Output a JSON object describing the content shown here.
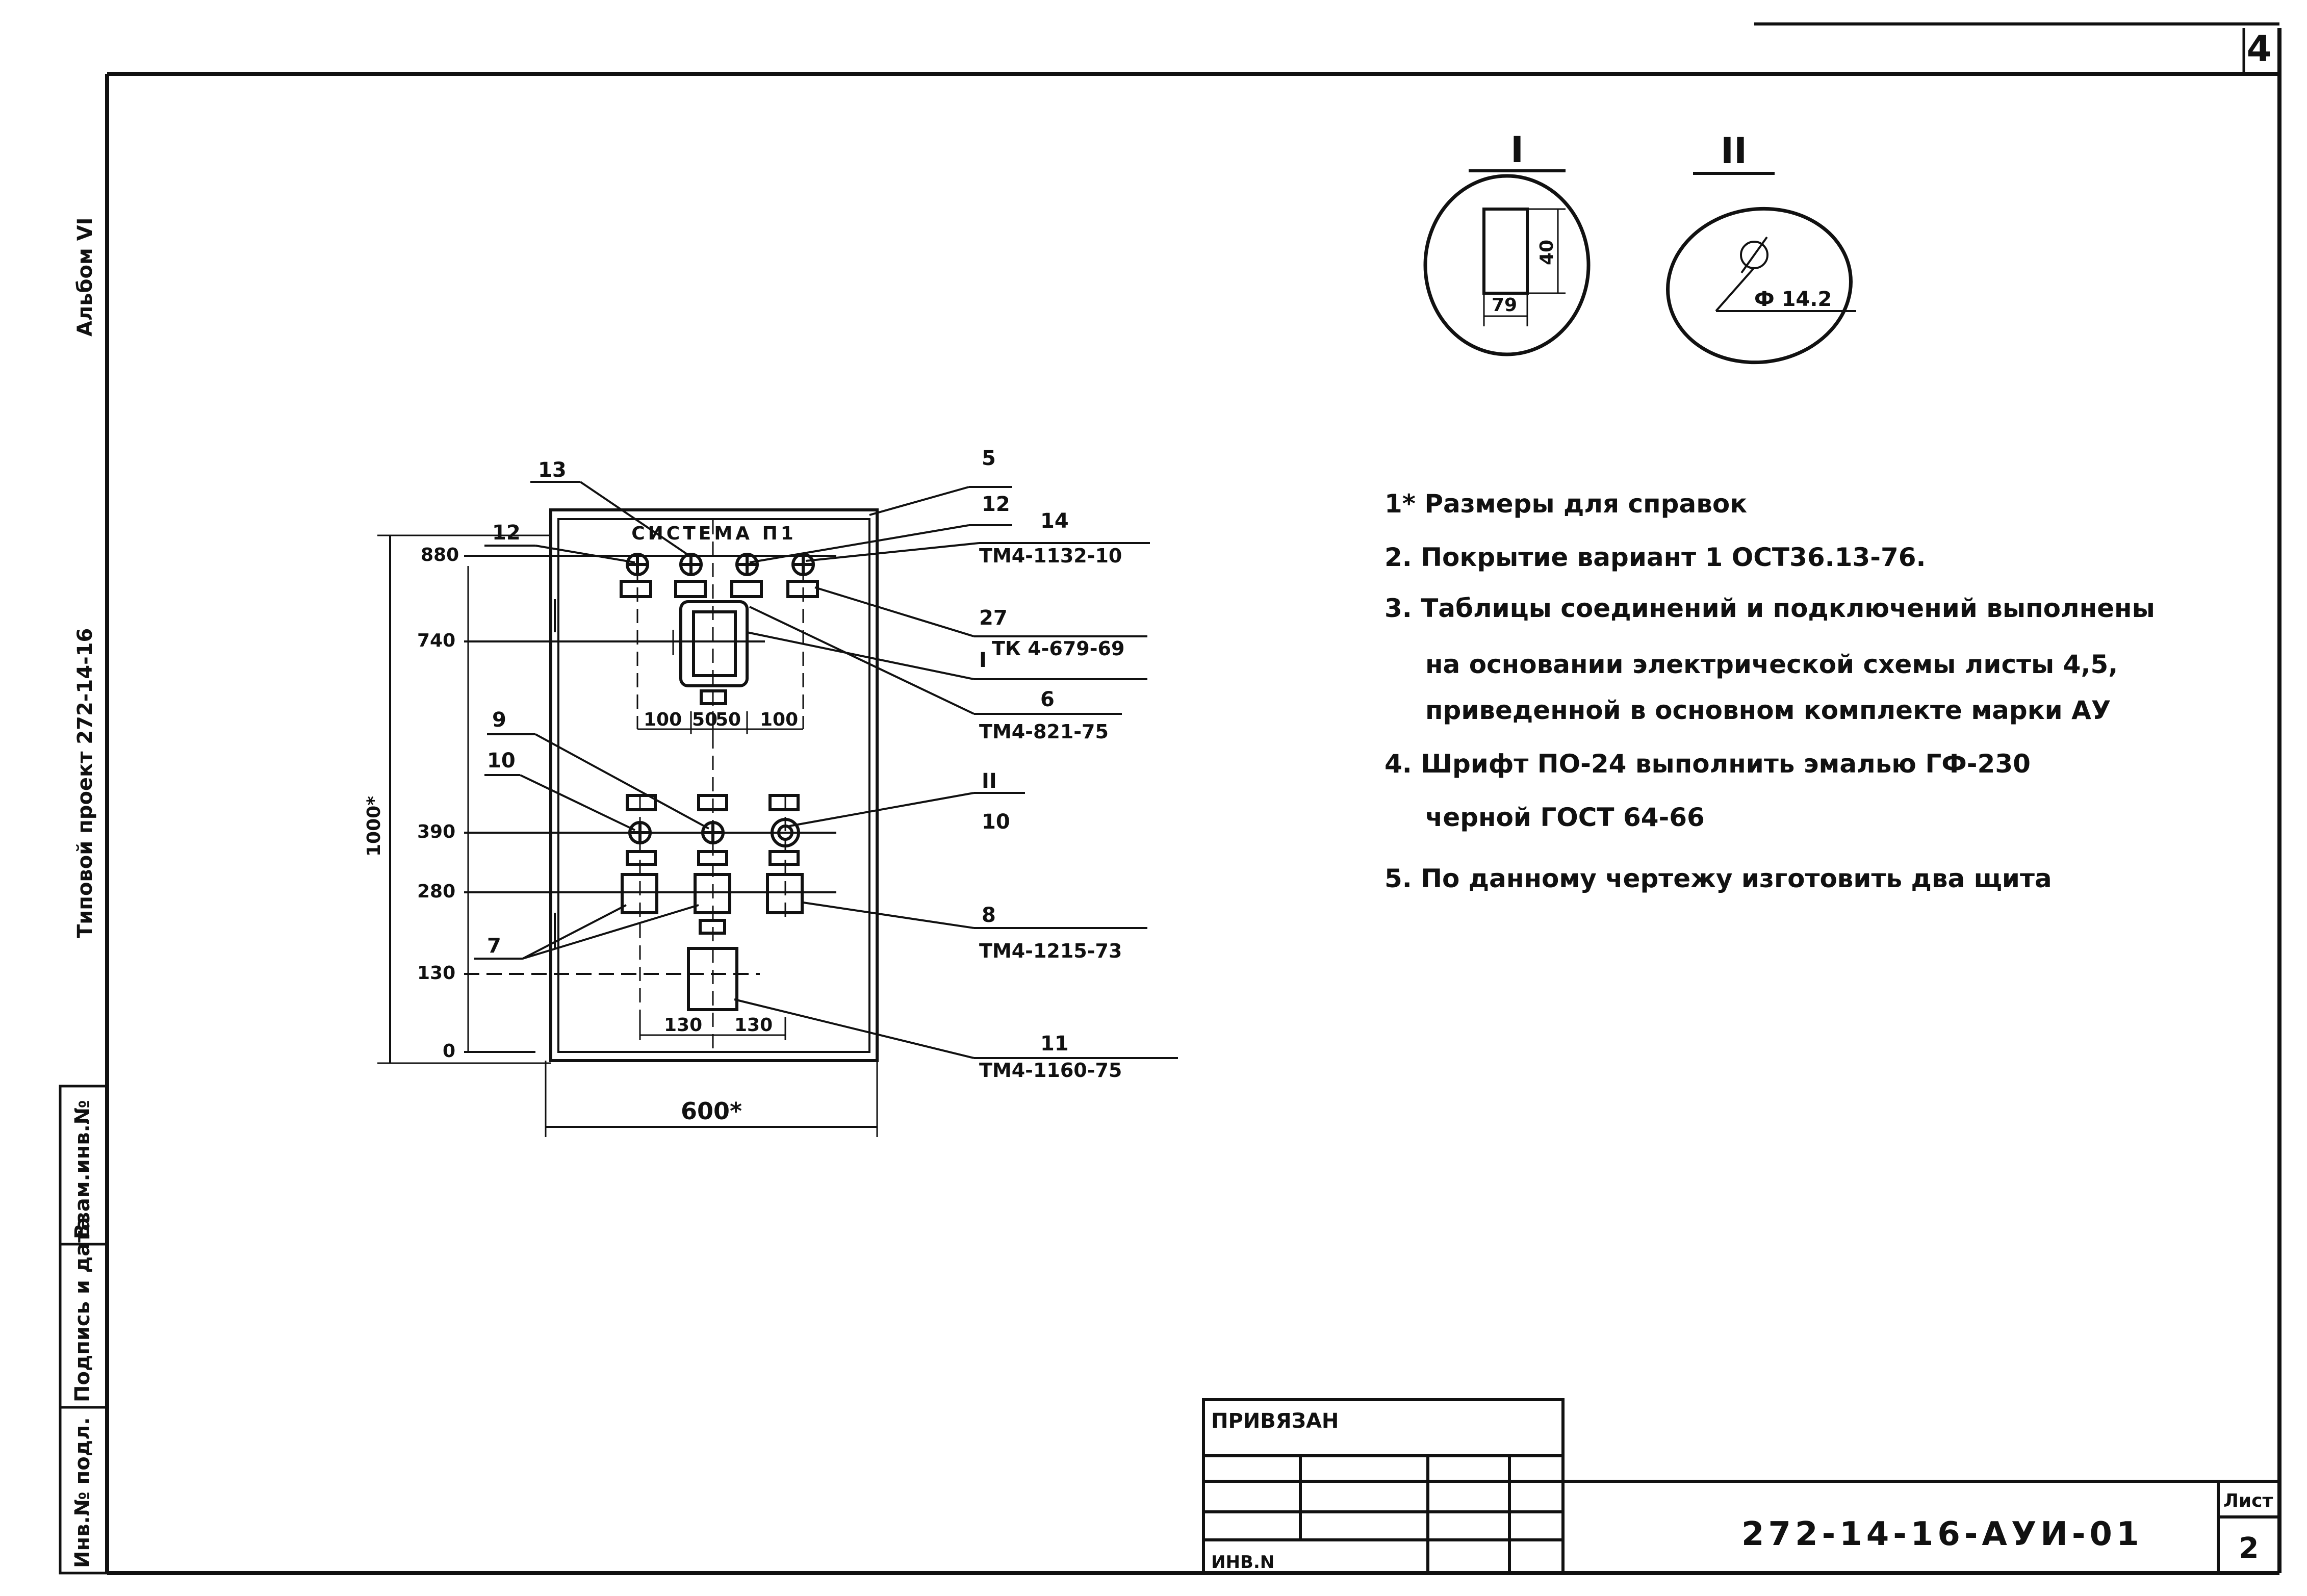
{
  "sheet": {
    "corner_number": "4"
  },
  "margin": {
    "title": "Типовой проект 272-14-16",
    "album": "Альбом VI",
    "col1": "Инв.№ подл.",
    "col2": "Подпись и дата",
    "col3": "Взам.инв.№"
  },
  "panel": {
    "inscription": "СИСТЕМА П1",
    "height_label": "1000*",
    "width_label": "600*",
    "levels": [
      "880",
      "740",
      "390",
      "280",
      "130",
      "0"
    ],
    "spacing_top": [
      "100",
      "50",
      "50",
      "100"
    ],
    "spacing_bottom": [
      "130",
      "130"
    ],
    "callouts": {
      "c13": "13",
      "c5": "5",
      "c12a": "12",
      "c12b": "12",
      "c14": "14",
      "c27": "27",
      "c6": "6",
      "c9": "9",
      "c10a": "10",
      "c10b": "10",
      "c7": "7",
      "c8": "8",
      "c11": "11",
      "roman1": "I",
      "roman2": "II"
    },
    "codes": {
      "c14": "ТМ4-1132-10",
      "c27": "ТК 4-679-69",
      "c6": "ТМ4-821-75",
      "c8": "ТМ4-1215-73",
      "c11": "ТМ4-1160-75"
    }
  },
  "details": {
    "d1": {
      "label": "I",
      "dim_h": "40",
      "dim_w": "79"
    },
    "d2": {
      "label": "II",
      "dim": "Ф 14.2"
    }
  },
  "notes": [
    "1* Размеры для справок",
    "2. Покрытие вариант 1 ОСТ36.13-76.",
    "3. Таблицы соединений и подключений выполнены",
    "на основании электрической схемы листы 4,5,",
    "приведенной в основном комплекте марки АУ",
    "4. Шрифт ПО-24 выполнить эмалью ГФ-230",
    "черной ГОСТ 64-66",
    "5. По данному чертежу изготовить два щита"
  ],
  "title_block": {
    "privyazan": "ПРИВЯЗАН",
    "inv_no": "ИНВ.N",
    "drawing_code": "272-14-16-АУИ-01",
    "sheet_label": "Лист",
    "sheet_number": "2"
  }
}
